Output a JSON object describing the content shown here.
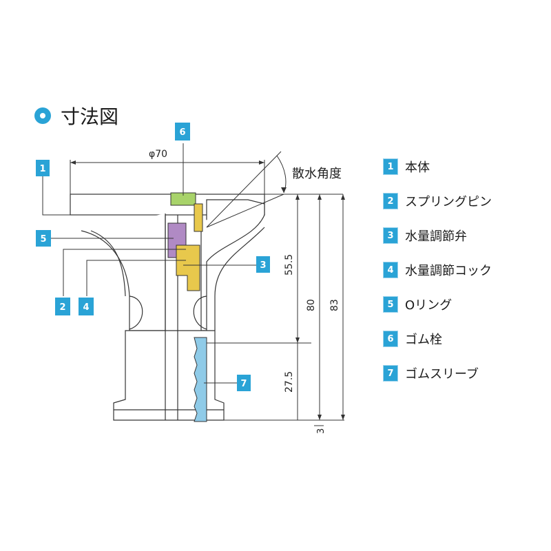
{
  "heading": {
    "title": "寸法図"
  },
  "labels": {
    "diameter": "φ70",
    "spray_angle": "散水角度"
  },
  "dimensions": {
    "d55": "55.5",
    "d80": "80",
    "d83": "83",
    "d27": "27.5",
    "d3": "3"
  },
  "callouts": [
    "1",
    "2",
    "3",
    "4",
    "5",
    "6",
    "7"
  ],
  "legend": {
    "items": [
      {
        "num": "1",
        "label": "本体"
      },
      {
        "num": "2",
        "label": "スプリングピン"
      },
      {
        "num": "3",
        "label": "水量調節弁"
      },
      {
        "num": "4",
        "label": "水量調節コック"
      },
      {
        "num": "5",
        "label": "Oリング"
      },
      {
        "num": "6",
        "label": "ゴム栓"
      },
      {
        "num": "7",
        "label": "ゴムスリーブ"
      }
    ]
  },
  "colors": {
    "accent": "#2aa3d6",
    "oring": "#b08ac4",
    "valve": "#e8c84c",
    "rubber_plug": "#a8d36a",
    "sleeve": "#8fcbe8"
  }
}
